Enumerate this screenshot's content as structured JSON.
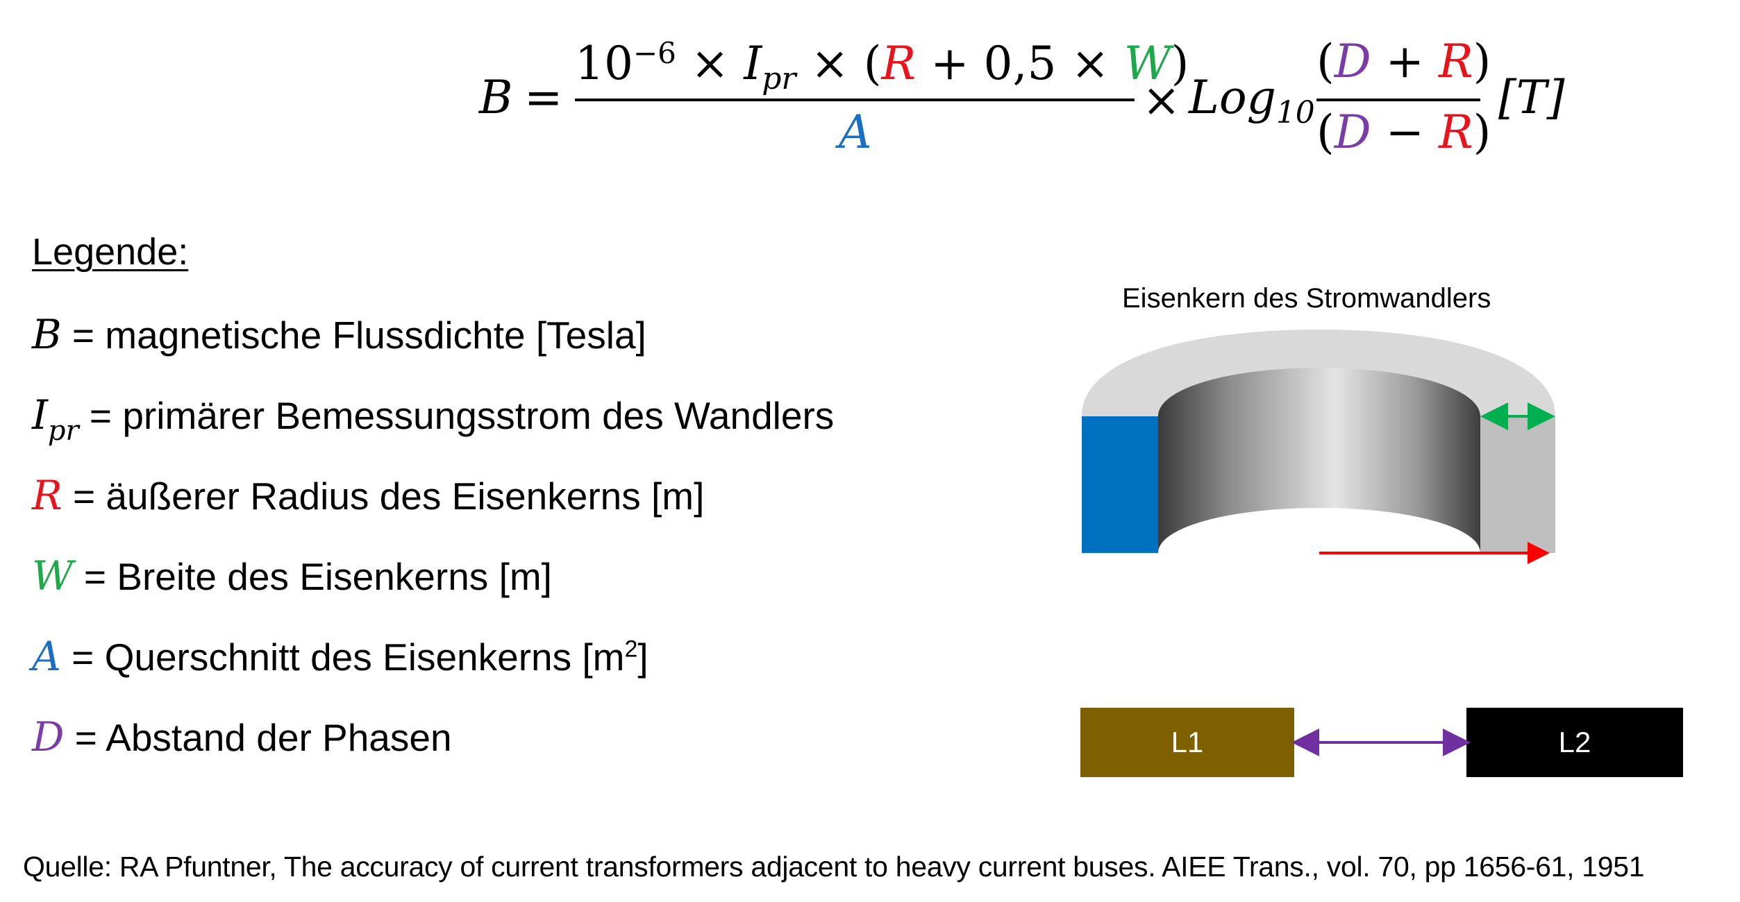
{
  "formula": {
    "lhs": "B",
    "equals": "=",
    "num_coeff": "10",
    "num_exp": "−6",
    "times": "×",
    "current_sym": "I",
    "current_sub": "pr",
    "paren_open": "(",
    "paren_close": ")",
    "R": "R",
    "plus": "+",
    "minus": "−",
    "half": "0,5",
    "W": "W",
    "denominator": "A",
    "log": "Log",
    "log_base": "10",
    "D": "D",
    "unit": "[T]"
  },
  "legend": {
    "title": "Legende:",
    "items": [
      {
        "symbol": "B",
        "subscript": "",
        "text": " = magnetische Flussdichte [Tesla]",
        "color": "#000000"
      },
      {
        "symbol": "I",
        "subscript": "pr",
        "text": " = primärer Bemessungsstrom des Wandlers",
        "color": "#000000"
      },
      {
        "symbol": "R",
        "subscript": "",
        "text": " = äußerer Radius des Eisenkerns [m]",
        "color": "#E8141C"
      },
      {
        "symbol": "W",
        "subscript": "",
        "text": " = Breite des Eisenkerns [m]",
        "color": "#1DA84A"
      },
      {
        "symbol": "A",
        "subscript": "",
        "text": " = Querschnitt des Eisenkerns [m",
        "sup": "2",
        "tail": "]",
        "color": "#1A6FC2"
      },
      {
        "symbol": "D",
        "subscript": "",
        "text": " = Abstand der Phasen",
        "color": "#7A3DA8"
      }
    ]
  },
  "diagram": {
    "core_label": "Eisenkern des Stromwandlers",
    "phase_left": "L1",
    "phase_right": "L2",
    "colors": {
      "cross_section": "#0070C0",
      "core_top": "#D9D9D9",
      "core_side": "#BFBFBF",
      "width_arrow": "#00B050",
      "radius_arrow": "#FF0000",
      "distance_arrow": "#7030A0",
      "phase_left": "#7F6000",
      "phase_right": "#000000"
    }
  },
  "source": "Quelle: RA Pfuntner, The accuracy of current transformers adjacent to heavy current buses. AIEE Trans., vol. 70, pp 1656-61, 1951"
}
